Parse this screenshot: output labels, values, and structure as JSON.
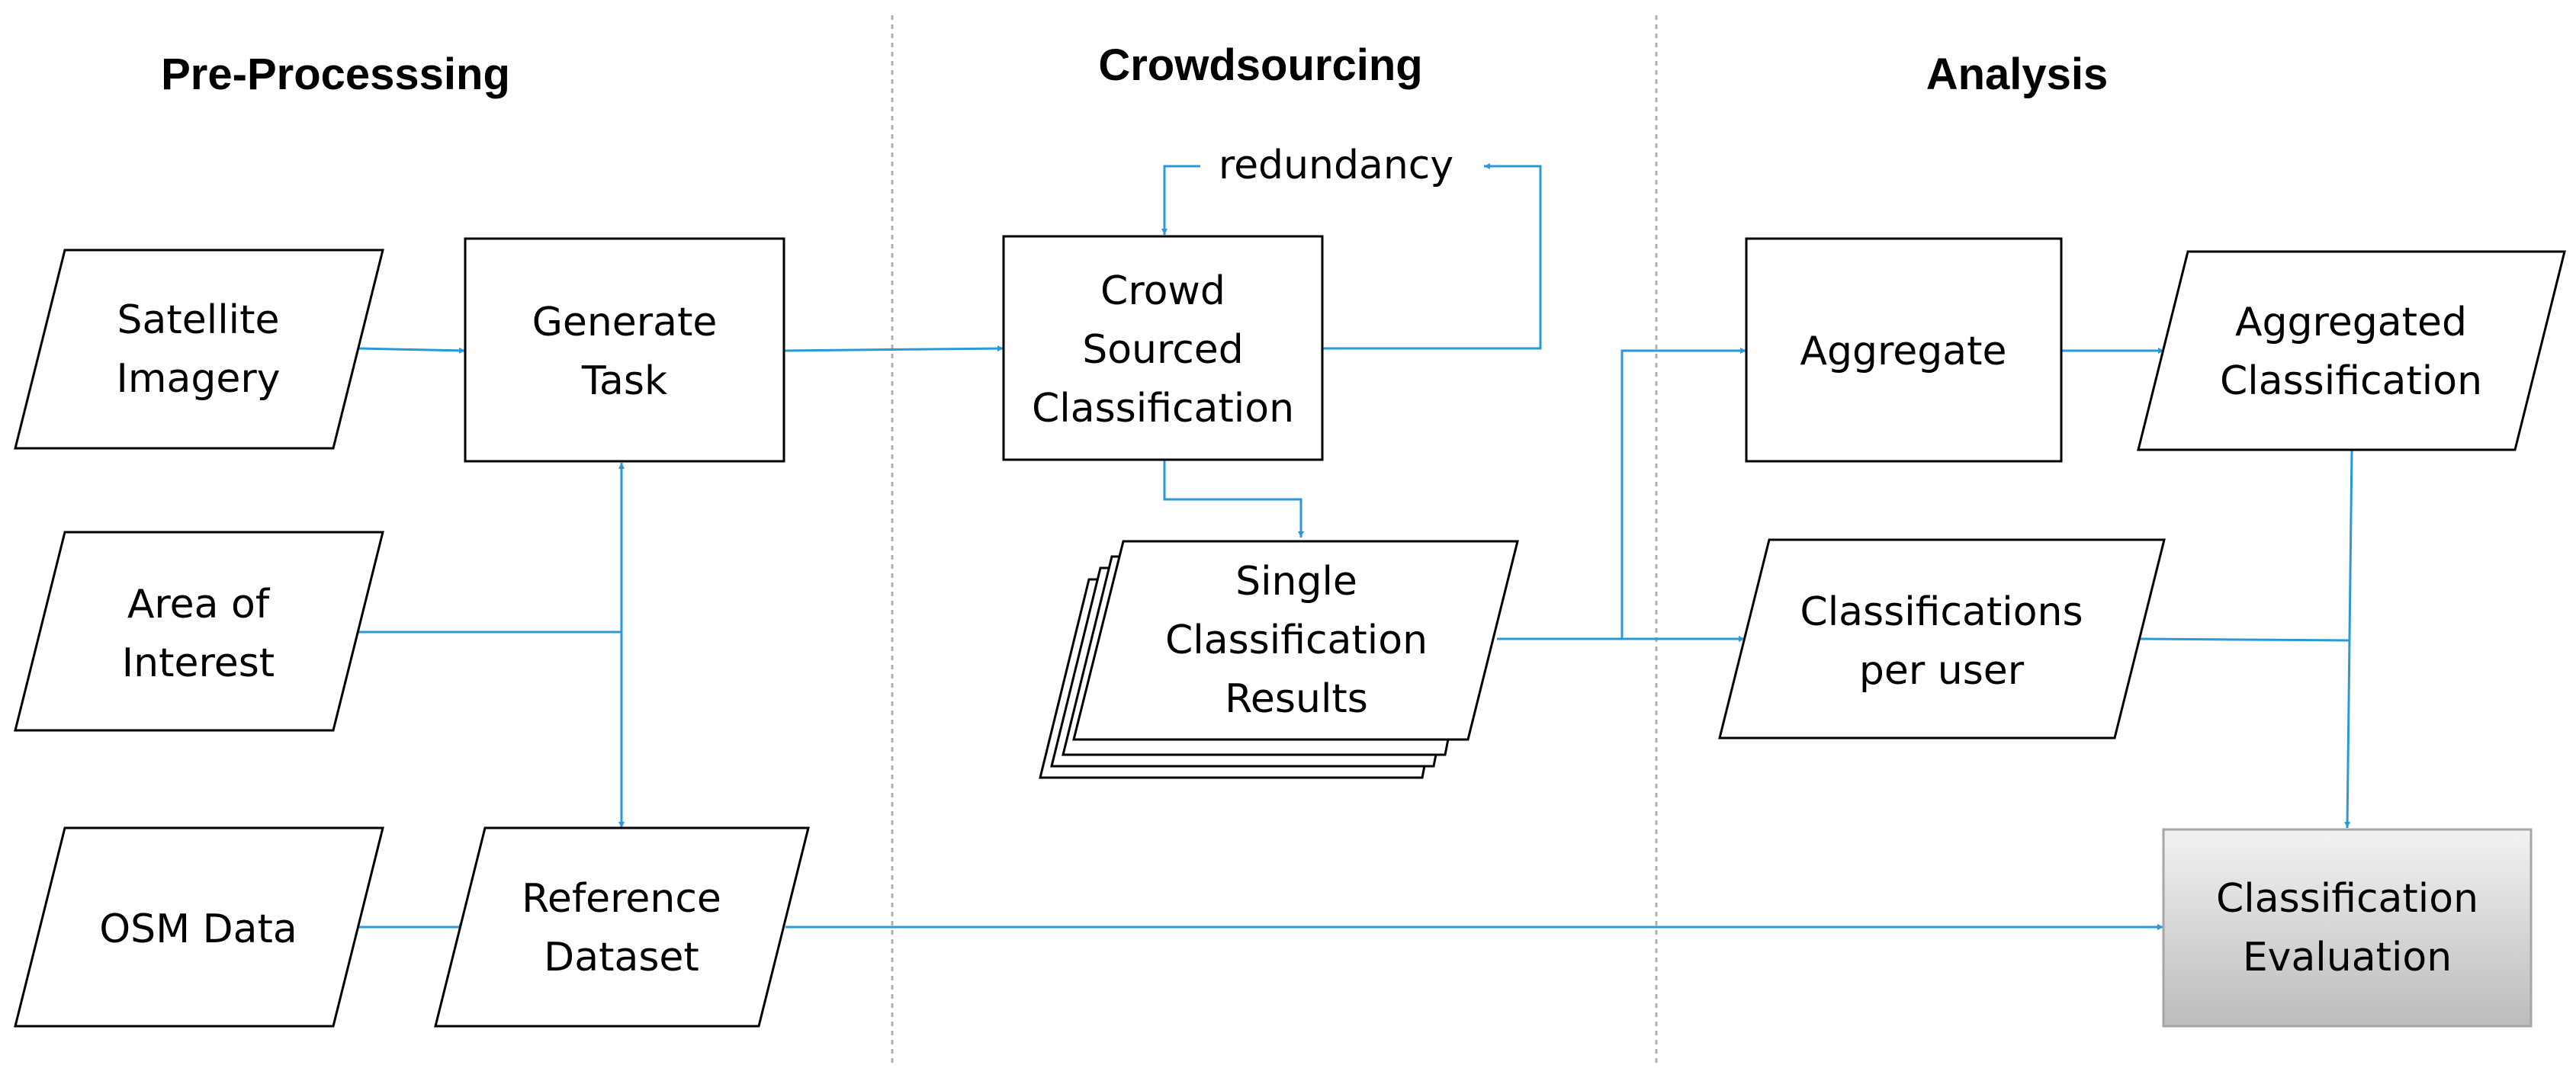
{
  "sections": {
    "preprocessing": "Pre-Processsing",
    "crowdsourcing": "Crowdsourcing",
    "analysis": "Analysis"
  },
  "nodes": {
    "satellite_imagery": [
      "Satellite",
      "Imagery"
    ],
    "area_of_interest": [
      "Area of",
      "Interest"
    ],
    "osm_data": [
      "OSM Data"
    ],
    "generate_task": [
      "Generate",
      "Task"
    ],
    "reference_dataset": [
      "Reference",
      "Dataset"
    ],
    "crowd_sourced_classification": [
      "Crowd",
      "Sourced",
      "Classification"
    ],
    "single_classification_results": [
      "Single",
      "Classification",
      "Results"
    ],
    "aggregate": [
      "Aggregate"
    ],
    "aggregated_classification": [
      "Aggregated",
      "Classification"
    ],
    "classifications_per_user": [
      "Classifications",
      "per user"
    ],
    "classification_evaluation": [
      "Classification",
      "Evaluation"
    ]
  },
  "labels": {
    "redundancy": "redundancy"
  },
  "colors": {
    "arrow": "#2a9ad6",
    "stroke": "#000000",
    "divider": "#b0b0b0",
    "evaluation_fill_top": "#f2f2f2",
    "evaluation_fill_bottom": "#bcbcbc"
  }
}
